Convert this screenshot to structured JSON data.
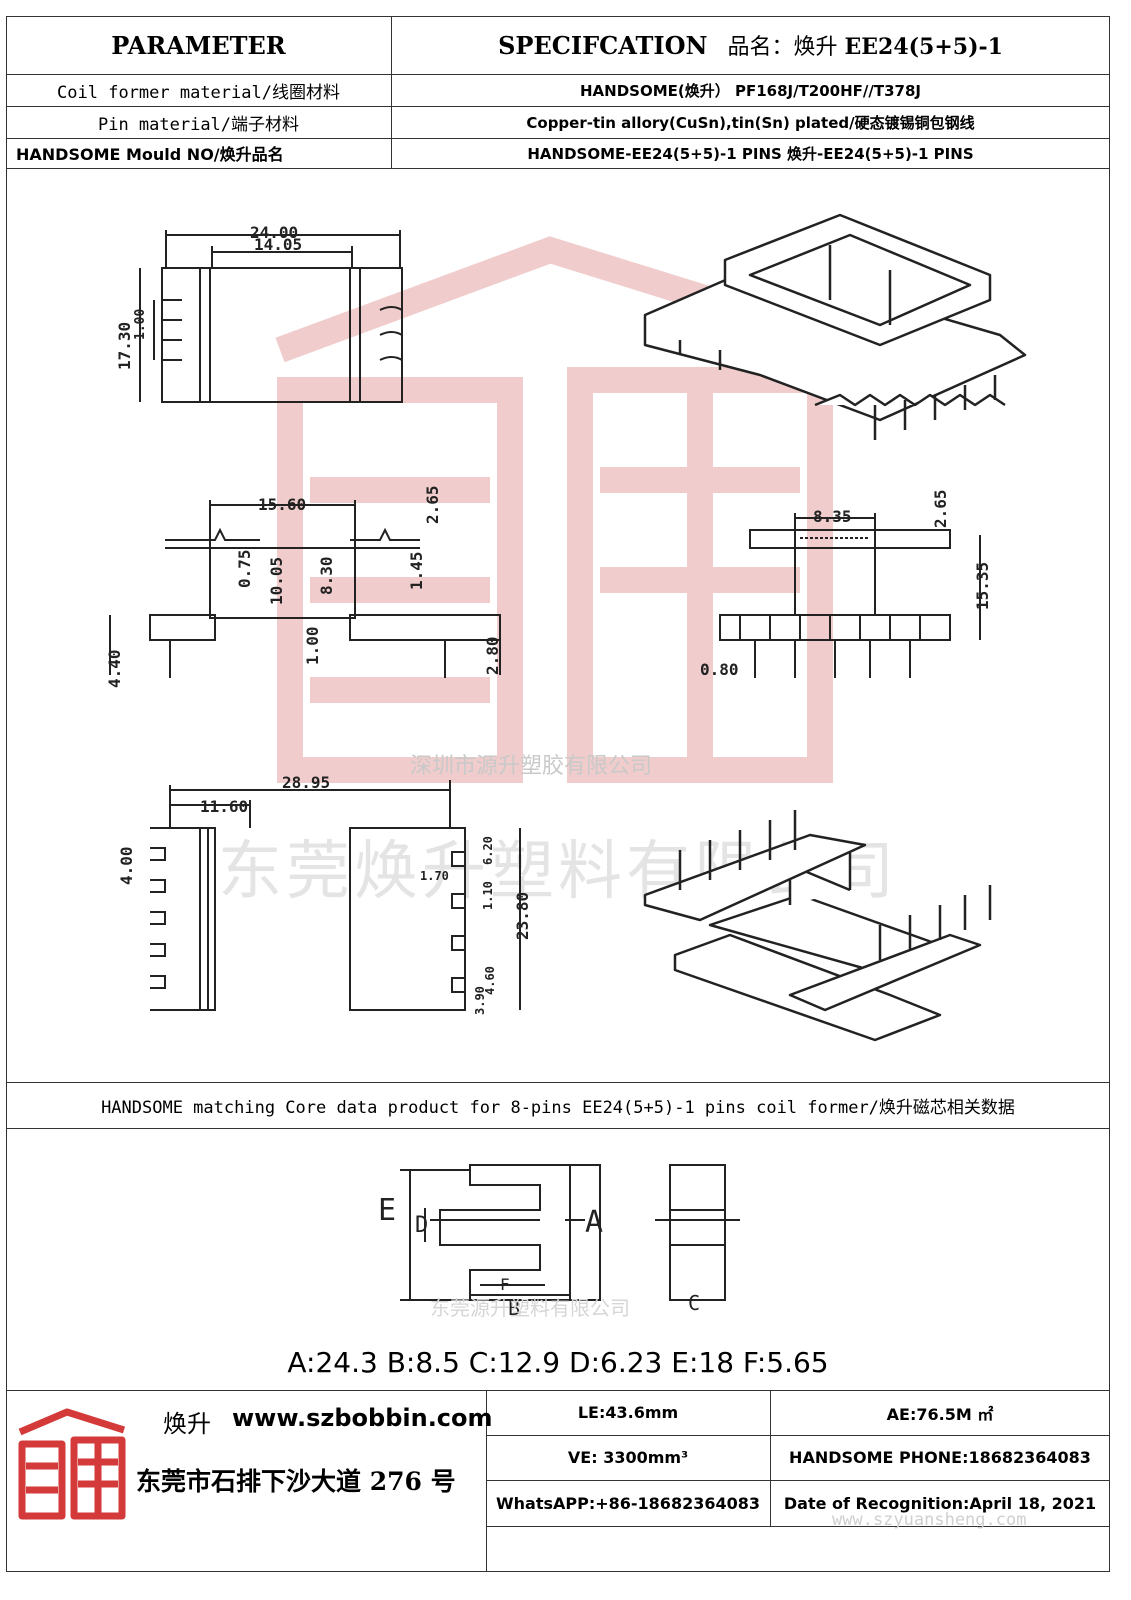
{
  "header": {
    "parameter": "PARAMETER",
    "specification": "SPECIFCATION",
    "product_name_label": "品名：焕升",
    "product_model": "EE24(5+5)-1"
  },
  "params": [
    {
      "label": "Coil former material/线圈材料",
      "value": "HANDSOME(焕升）   PF168J/T200HF//T378J"
    },
    {
      "label": "Pin material/端子材料",
      "value": "Copper-tin allory(CuSn),tin(Sn) plated/硬态镀锡铜包钢线"
    },
    {
      "label": "HANDSOME Mould NO/焕升品名",
      "value": "HANDSOME-EE24(5+5)-1 PINS    焕升-EE24(5+5)-1 PINS"
    }
  ],
  "drawing": {
    "dims_top": [
      "24.00",
      "14.05",
      "17.30",
      "1.00"
    ],
    "dims_front": [
      "15.60",
      "2.65",
      "0.75",
      "10.05",
      "8.30",
      "1.45",
      "1.00",
      "4.40",
      "2.80"
    ],
    "dims_side": [
      "8.35",
      "2.65",
      "15.35",
      "0.80"
    ],
    "dims_bottom": [
      "28.95",
      "11.60",
      "4.00",
      "6.20",
      "1.70",
      "1.10",
      "23.80",
      "3.90",
      "4.60"
    ],
    "watermark_line1": "深圳市源升塑胶有限公司",
    "watermark_line2": "东莞焕升塑料有限公司",
    "watermark_line3": "东莞源升塑料有限公司"
  },
  "core": {
    "heading": "HANDSOME matching Core data  product for 8-pins EE24(5+5)-1 pins coil former/焕升磁芯相关数据",
    "letters": [
      "A",
      "B",
      "C",
      "D",
      "E",
      "F"
    ],
    "values": "A:24.3 B:8.5 C:12.9 D:6.23 E:18 F:5.65"
  },
  "footer": {
    "brand": "焕升",
    "website": "www.szbobbin.com",
    "address": "东莞市石排下沙大道 276 号",
    "le": "LE:43.6mm",
    "ae": "AE:76.5M ㎡",
    "ve": "VE: 3300mm³",
    "phone": "HANDSOME PHONE:18682364083",
    "whatsapp": "WhatsAPP:+86-18682364083",
    "date": "Date of Recognition:April 18, 2021",
    "footer_url": "www.szyuansheng.com"
  },
  "colors": {
    "line": "#333333",
    "watermark": "#e8b4b4",
    "logo_red": "#d43a3a"
  }
}
